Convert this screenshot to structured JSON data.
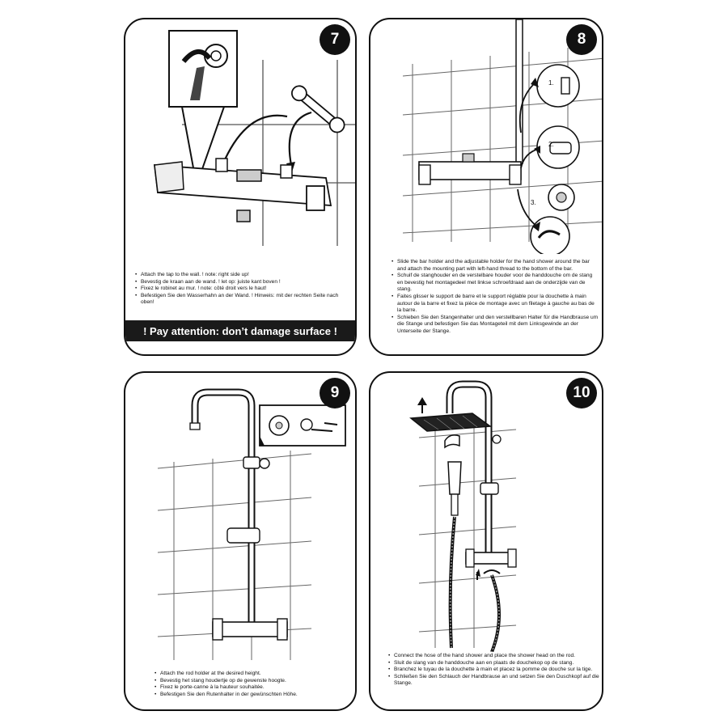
{
  "steps": [
    {
      "number": "7",
      "lines": [
        "Attach the tap to the wall. ! note: right side up!",
        "Bevestig de kraan aan de wand. ! let op: juiste kant boven !",
        "Fixez le robinet au mur. ! note: côté droit vers le haut!",
        "Befestigen Sie den Wasserhahn an der Wand. ! Hinweis: mit der rechten Seite nach oben!"
      ],
      "warning": "! Pay attention: don’t damage surface !"
    },
    {
      "number": "8",
      "callouts": [
        "1.",
        "2.",
        "3."
      ],
      "lines": [
        "Slide the bar holder and the adjustable holder for the hand shower around the bar and attach the mounting part with left-hand thread to the bottom of the bar.",
        "Schuif de stanghouder en de verstelbare houder voor de handdouche om de stang en bevestig het montagedeel met linkse schroefdraad aan de onderzijde van de stang.",
        "Faites glisser le support de barre et le support réglable pour la douchette à main autour de la barre et fixez la pièce de montage avec un filetage à gauche au bas de la barre.",
        "Schieben Sie den Stangenhalter und den verstellbaren Halter für die Handbrause um die Stange und befestigen Sie das Montageteil mit dem Linksgewinde an der Unterseite der Stange."
      ]
    },
    {
      "number": "9",
      "lines": [
        "Attach the rod holder at the desired height.",
        "Bevestig het stang houdertje op de gewenste hoogte.",
        "Fixez le porte-canne à la hauteur souhaitée.",
        "Befestigen Sie den Rutenhalter in der gewünschten Höhe."
      ]
    },
    {
      "number": "10",
      "lines": [
        "Connect the hose of the hand shower and place the shower head on the rod.",
        "Sluit de slang van de handdouche aan en plaats de douchekop op de stang.",
        "Branchez le tuyau de la douchette à main et placez la pomme de douche sur la tige.",
        "Schließen Sie den Schlauch der Handbrause an und setzen Sie den Duschkopf auf die Stange."
      ]
    }
  ]
}
